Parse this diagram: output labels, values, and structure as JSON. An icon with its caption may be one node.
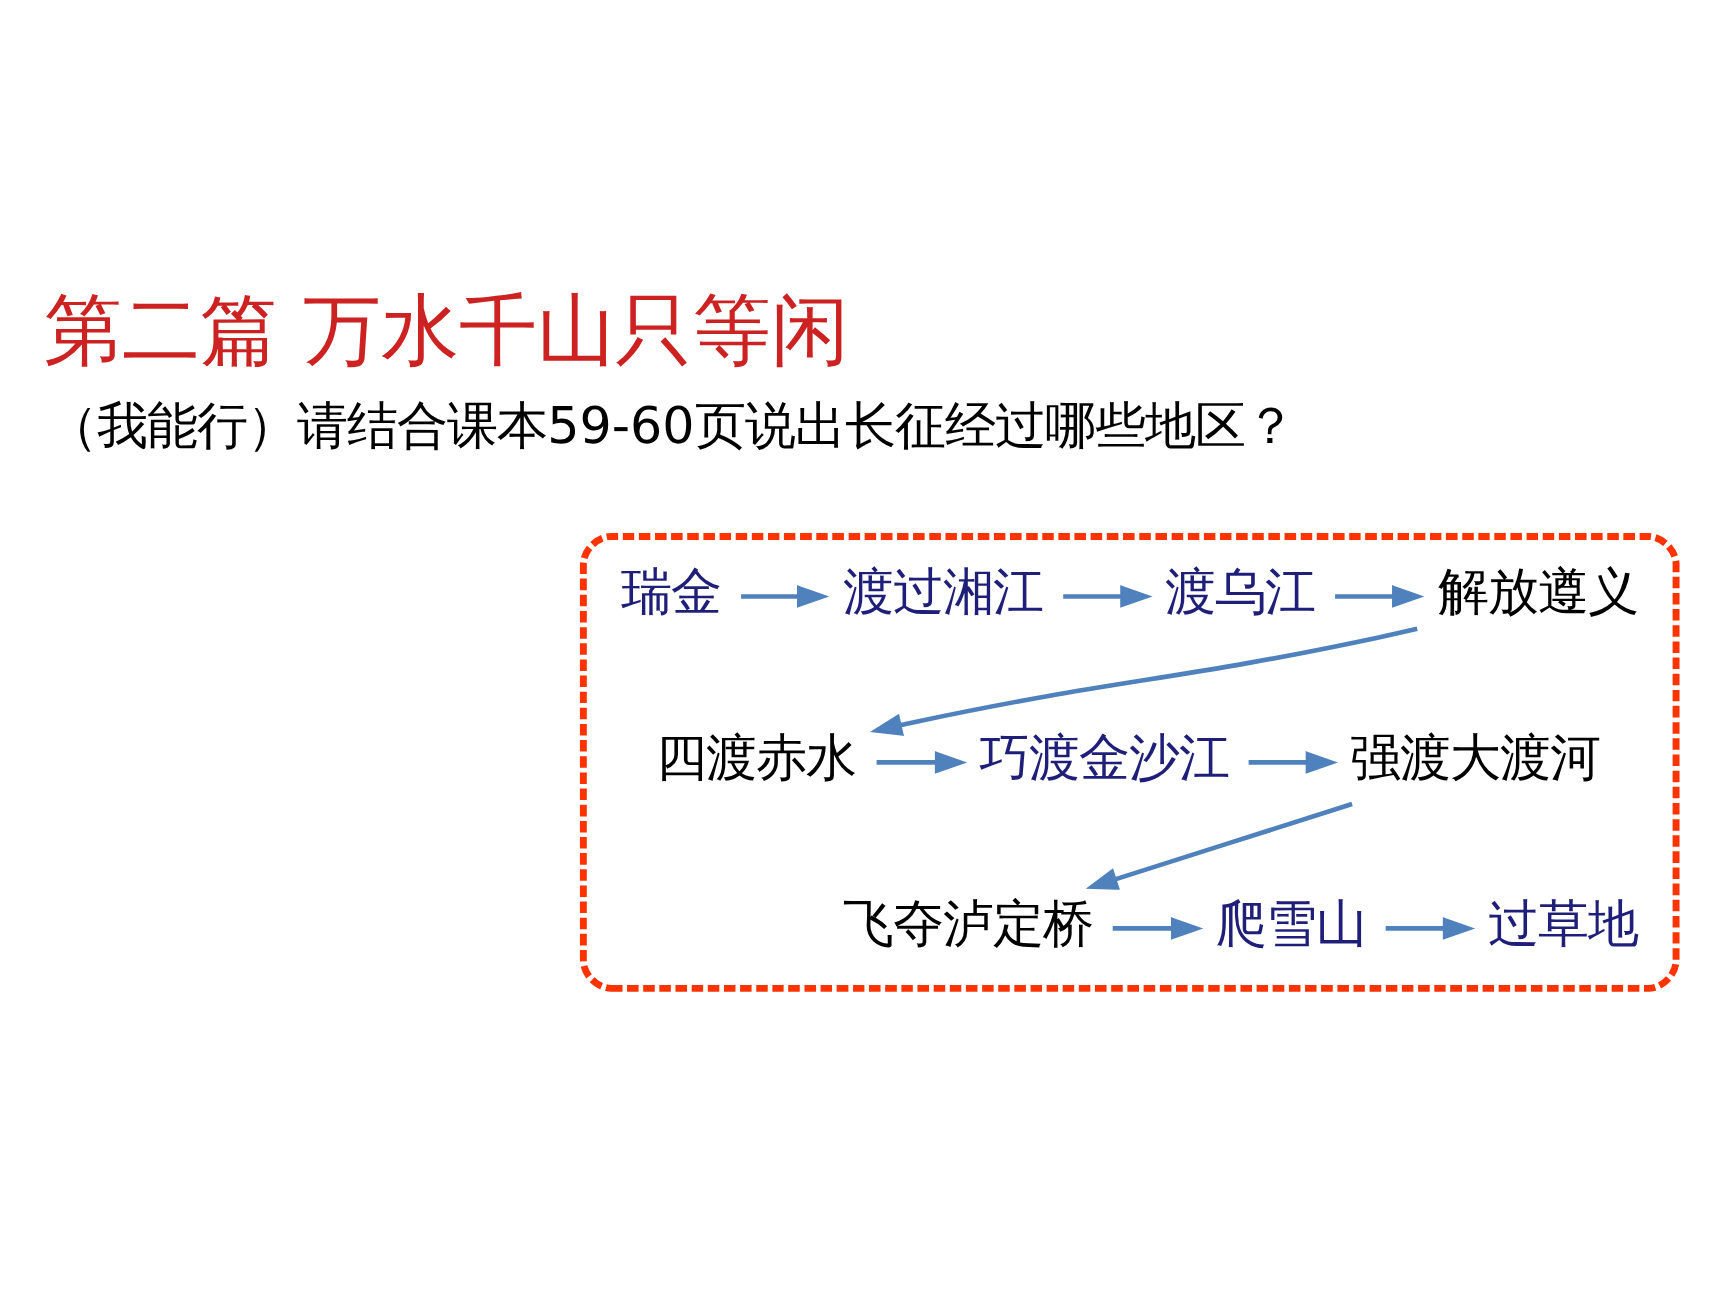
{
  "diagram": {
    "title": "第二篇 万水千山只等闲",
    "nodes": [
      {
        "text": [],
        "shape": "box"
      },
      {
        "text": [
          "瑞金"
        ],
        "in": 0
      },
      {
        "text": [
          "渡过湘江"
        ],
        "in": 0
      },
      {
        "text": [
          "渡乌江"
        ],
        "in": 0
      },
      {
        "text": [
          "解放遵义"
        ],
        "in": 0
      },
      {
        "text": [
          "四渡赤水"
        ],
        "in": 0
      },
      {
        "text": [
          "巧渡金沙江"
        ],
        "in": 0
      },
      {
        "text": [
          "强渡大渡河"
        ],
        "in": 0
      },
      {
        "text": [
          "飞夺泸定桥"
        ],
        "in": 0
      },
      {
        "text": [
          "爬雪山"
        ],
        "in": 0
      },
      {
        "text": [
          "过草地"
        ],
        "in": 0
      }
    ],
    "edges": [
      {
        "from": 1,
        "to": 2,
        "arrow": "to"
      },
      {
        "from": 2,
        "to": 3,
        "arrow": "to"
      },
      {
        "from": 3,
        "to": 4,
        "arrow": "to"
      },
      {
        "from": 4,
        "to": 5,
        "arrow": "to"
      },
      {
        "from": 5,
        "to": 6,
        "arrow": "to"
      },
      {
        "from": 6,
        "to": 7,
        "arrow": "to"
      },
      {
        "from": 7,
        "to": 8,
        "arrow": "to"
      },
      {
        "from": 8,
        "to": 9,
        "arrow": "to"
      },
      {
        "from": 9,
        "to": 10,
        "arrow": "to"
      }
    ],
    "labels": [
      "（我能行）请结合课本59-60页说出长征经过哪些地区？"
    ]
  }
}
